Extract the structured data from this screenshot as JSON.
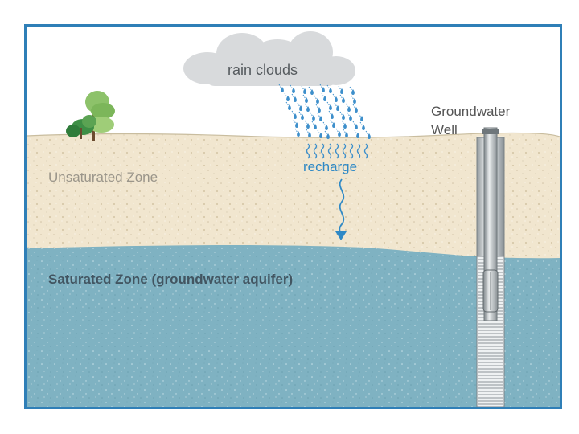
{
  "diagram": {
    "labels": {
      "rain_clouds": "rain clouds",
      "recharge": "recharge",
      "unsaturated_zone": "Unsaturated Zone",
      "saturated_zone": "Saturated Zone (groundwater aquifer)",
      "well_line1": "Groundwater",
      "well_line2": "Well"
    },
    "colors": {
      "border": "#2f7fb7",
      "soil": "#f1e6cf",
      "aquifer": "#7fb2c2",
      "cloud": "#d8dadc",
      "rain": "#3d8fcb",
      "recharge_text": "#2f89c6"
    }
  }
}
